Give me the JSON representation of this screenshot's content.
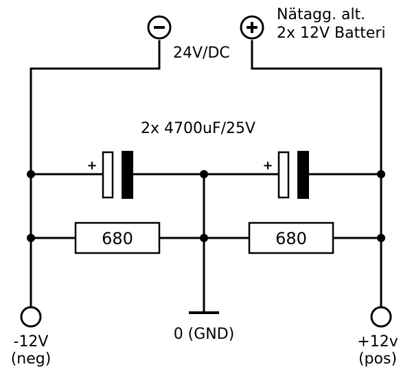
{
  "labels": {
    "supply_voltage": "24V/DC",
    "supply_line1": "Nätagg. alt.",
    "supply_line2": "2x 12V Batteri",
    "capacitors": "2x 4700uF/25V",
    "cap_polarity": "+",
    "resistor_left": "680",
    "resistor_right": "680",
    "ground": "0 (GND)",
    "out_neg_voltage": "-12V",
    "out_neg_desc": "(neg)",
    "out_pos_voltage": "+12v",
    "out_pos_desc": "(pos)"
  },
  "terminals": {
    "negative_symbol": "−",
    "positive_symbol": "+"
  }
}
